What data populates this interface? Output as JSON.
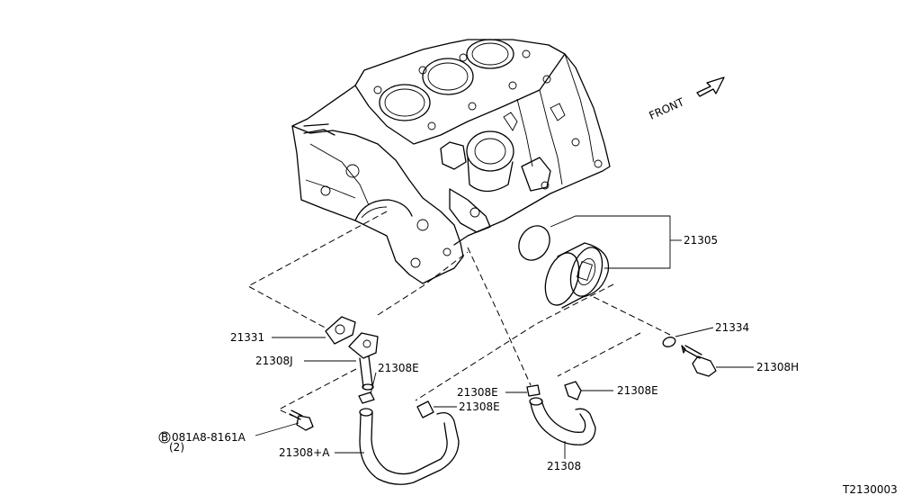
{
  "diagram": {
    "front_label": "FRONT",
    "drawing_number": "T2130003",
    "callouts": [
      {
        "id": "21305",
        "text": "21305"
      },
      {
        "id": "21334",
        "text": "21334"
      },
      {
        "id": "21308H",
        "text": "21308H"
      },
      {
        "id": "21331",
        "text": "21331"
      },
      {
        "id": "21308J",
        "text": "21308J"
      },
      {
        "id": "21308E-a",
        "text": "21308E"
      },
      {
        "id": "21308E-b",
        "text": "21308E"
      },
      {
        "id": "21308E-c",
        "text": "21308E"
      },
      {
        "id": "21308E-d",
        "text": "21308E"
      },
      {
        "id": "bolt",
        "symbol": "B",
        "text": "081A8-8161A",
        "qty": "(2)"
      },
      {
        "id": "21308A",
        "text": "21308+A"
      },
      {
        "id": "21308",
        "text": "21308"
      }
    ]
  }
}
